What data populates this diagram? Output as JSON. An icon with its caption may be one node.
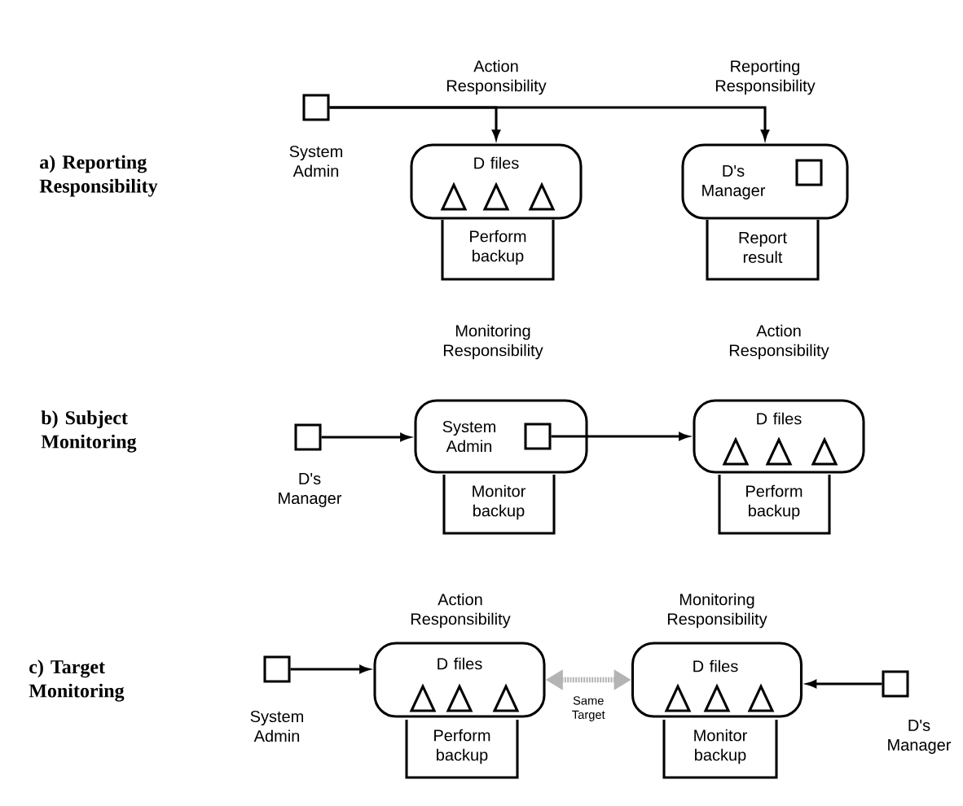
{
  "diagram": {
    "nodes": [
      {
        "text": [],
        "shape": "box",
        "beside": [
          "System Admin"
        ]
      },
      {
        "text": [
          "Action Responsibility",
          "D files"
        ]
      },
      {
        "text": [
          "Perform backup"
        ]
      },
      {
        "text": [
          "Reporting Responsibility",
          "D's Manager"
        ]
      },
      {
        "text": [],
        "shape": "box",
        "in": 3
      },
      {
        "text": [
          "Report result"
        ]
      },
      {
        "text": [],
        "shape": "box",
        "beside": [
          "D's Manager"
        ]
      },
      {
        "text": [
          "Monitoring Responsibility",
          "System Admin"
        ]
      },
      {
        "text": [],
        "shape": "box",
        "in": 7
      },
      {
        "text": [
          "Monitor backup"
        ]
      },
      {
        "text": [
          "Action Responsibility",
          "D files"
        ]
      },
      {
        "text": [
          "Perform backup"
        ]
      },
      {
        "text": [],
        "shape": "box",
        "beside": [
          "System Admin"
        ]
      },
      {
        "text": [
          "Action Responsibility",
          "D files"
        ]
      },
      {
        "text": [
          "Perform backup"
        ]
      },
      {
        "text": [
          "Monitoring Responsibility",
          "D files"
        ]
      },
      {
        "text": [
          "Monitor backup"
        ]
      },
      {
        "text": [],
        "shape": "box",
        "beside": [
          "D's Manager"
        ]
      }
    ],
    "edges": [
      {
        "from": 0,
        "to": 1,
        "arrow": "to"
      },
      {
        "from": 0,
        "to": 3,
        "arrow": "to"
      },
      {
        "from": 6,
        "to": 7,
        "arrow": "to"
      },
      {
        "from": 8,
        "to": 10,
        "arrow": "to"
      },
      {
        "from": 12,
        "to": 13,
        "arrow": "to"
      },
      {
        "from": 17,
        "to": 15,
        "arrow": "to"
      },
      {
        "from": 13,
        "to": 15,
        "arrow": "both",
        "label": "Same Target",
        "style": "dashed",
        "color": "#b4b4b4"
      }
    ],
    "labels": [
      "a) Reporting Responsibility",
      "b) Subject Monitoring",
      "c) Target Monitoring"
    ]
  }
}
